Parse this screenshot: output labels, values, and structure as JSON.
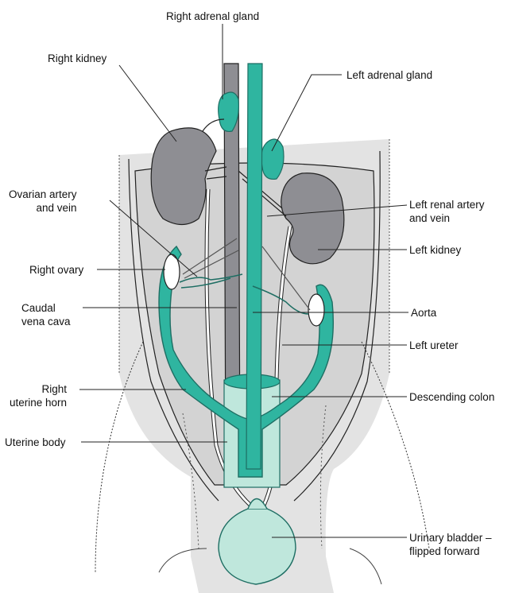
{
  "colors": {
    "teal": "#2fb5a0",
    "teal_light": "#bfe7dc",
    "teal_outline": "#1e6e63",
    "organ_gray": "#8e8e93",
    "body_gray": "#e3e3e3",
    "cavity_gray": "#d3d3d3",
    "line": "#222222"
  },
  "labels": {
    "right_adrenal_gland": "Right adrenal gland",
    "right_kidney": "Right kidney",
    "left_adrenal_gland": "Left adrenal gland",
    "ovarian_artery_1": "Ovarian artery",
    "ovarian_artery_2": "and vein",
    "left_renal_artery_1": "Left renal artery",
    "left_renal_artery_2": "and vein",
    "left_kidney": "Left kidney",
    "right_ovary": "Right ovary",
    "caudal_vena_cava_1": "Caudal",
    "caudal_vena_cava_2": "vena cava",
    "aorta": "Aorta",
    "left_ureter": "Left ureter",
    "right_uterine_horn_1": "Right",
    "right_uterine_horn_2": "uterine horn",
    "descending_colon": "Descending colon",
    "uterine_body": "Uterine body",
    "urinary_bladder_1": "Urinary bladder –",
    "urinary_bladder_2": "flipped forward"
  }
}
